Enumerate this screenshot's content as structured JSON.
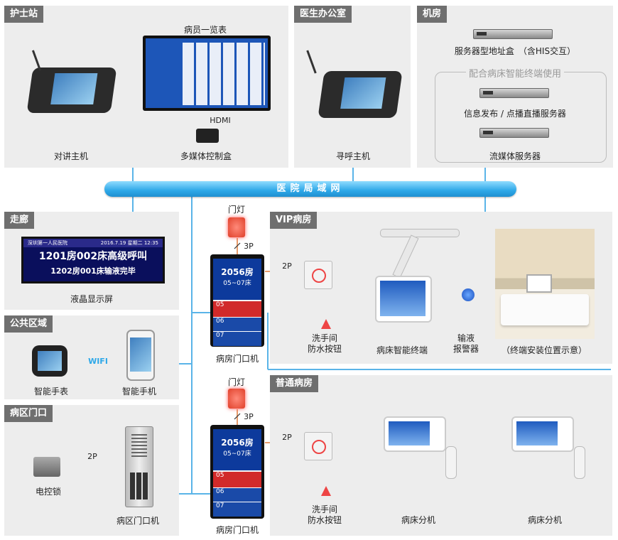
{
  "panels": {
    "nurse_station": "护士站",
    "doctor_office": "医生办公室",
    "machine_room": "机房",
    "corridor": "走廊",
    "public_area": "公共区域",
    "ward_entrance": "病区门口",
    "vip_ward": "VIP病房",
    "normal_ward": "普通病房"
  },
  "lan_label": "医院局域网",
  "nurse": {
    "patient_list": "病员一览表",
    "hdmi": "HDMI",
    "intercom": "对讲主机",
    "media_box": "多媒体控制盒"
  },
  "doctor": {
    "pager": "寻呼主机"
  },
  "machine": {
    "server1": "服务器型地址盒　（含HIS交互）",
    "note": "配合病床智能终端使用",
    "server2": "信息发布 / 点播直播服务器",
    "server3": "流媒体服务器"
  },
  "corridor": {
    "line1": "1201房002床高级呼叫",
    "line2": "1202房001床输液完毕",
    "header_left": "深圳第一人民医院",
    "header_right": "2016.7.19  星期二 12:35",
    "caption": "液晶显示屏"
  },
  "public": {
    "wifi": "WIFI",
    "watch": "智能手表",
    "phone": "智能手机"
  },
  "entrance": {
    "wire": "2P",
    "lock": "电控锁",
    "door_unit": "病区门口机"
  },
  "door_units": [
    {
      "lamp": "门灯",
      "wire": "3P",
      "room": "2056房",
      "beds": "05~07床",
      "caption": "病房门口机",
      "row1_num": "05",
      "row2_num": "06",
      "row3_num": "07"
    },
    {
      "lamp": "门灯",
      "wire": "3P",
      "room": "2056房",
      "beds": "05~07床",
      "caption": "病房门口机",
      "row1_num": "05",
      "row2_num": "06",
      "row3_num": "07"
    }
  ],
  "vip": {
    "wire": "2P",
    "button": "洗手间\n防水按钮",
    "terminal": "病床智能终端",
    "alarm": "输液\n报警器",
    "photo_caption": "（终端安装位置示意）"
  },
  "normal": {
    "wire": "2P",
    "button": "洗手间\n防水按钮",
    "ext1": "病床分机",
    "ext2": "病床分机"
  },
  "colors": {
    "panel_bg": "#ededed",
    "title_bg": "#6f6f6f",
    "lan": "#2ea8e8",
    "wire": "#e07a3a",
    "line": "#5ab4e8"
  }
}
